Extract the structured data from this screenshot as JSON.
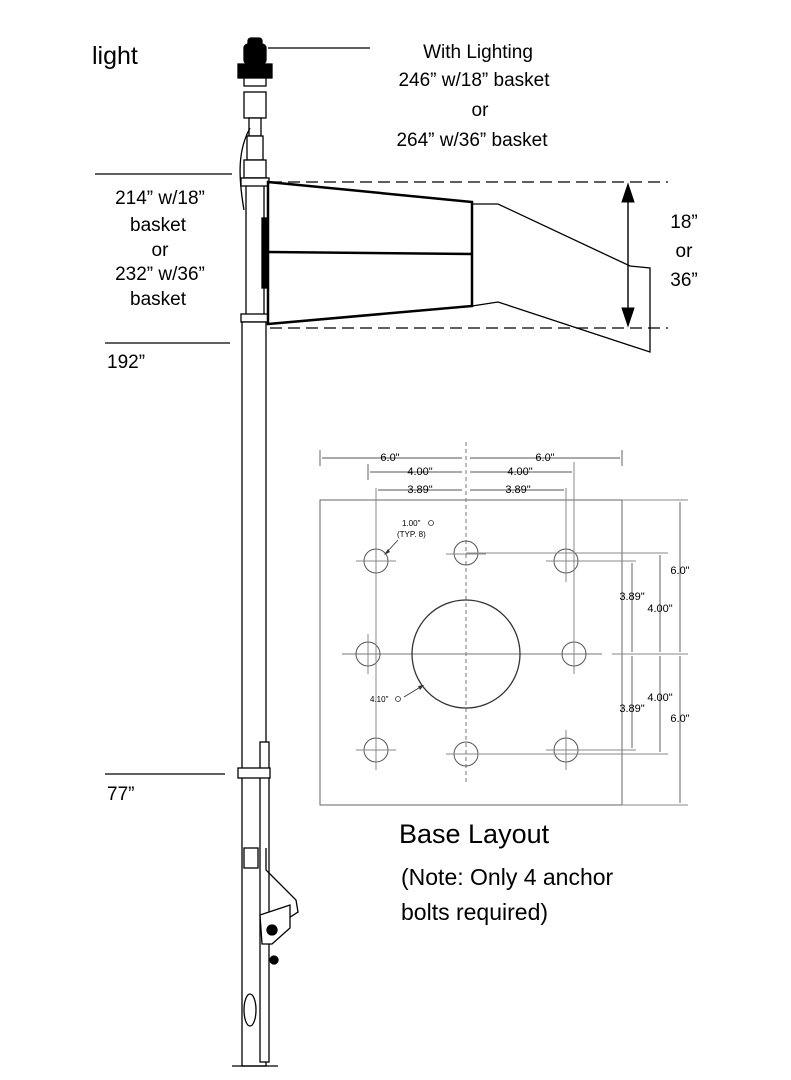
{
  "labels": {
    "light": "light",
    "with_lighting": [
      "With Lighting",
      "246” w/18” basket",
      "or",
      "264” w/36” basket"
    ],
    "basket_height": [
      "214” w/18”",
      "basket",
      "or",
      "232” w/36”",
      "basket"
    ],
    "size_18_36": [
      "18”",
      "or",
      "36”"
    ],
    "h192": "192”",
    "h77": "77”"
  },
  "base_layout": {
    "top_dims": [
      "6.0\"",
      "6.0\"",
      "4.00\"",
      "4.00\"",
      "3.89\"",
      "3.89\""
    ],
    "right_dims": [
      "6.0\"",
      "3.89\"",
      "4.00\"",
      "4.00\"",
      "3.89\"",
      "6.0\""
    ],
    "hole_note": [
      "1.00\"",
      "(TYP. 8)"
    ],
    "center_hole": "4.10\"",
    "title": "Base Layout",
    "note": [
      "(Note: Only 4 anchor",
      "bolts required)"
    ]
  },
  "colors": {
    "stroke": "#000000",
    "paper": "#ffffff",
    "dim": "#444444"
  }
}
